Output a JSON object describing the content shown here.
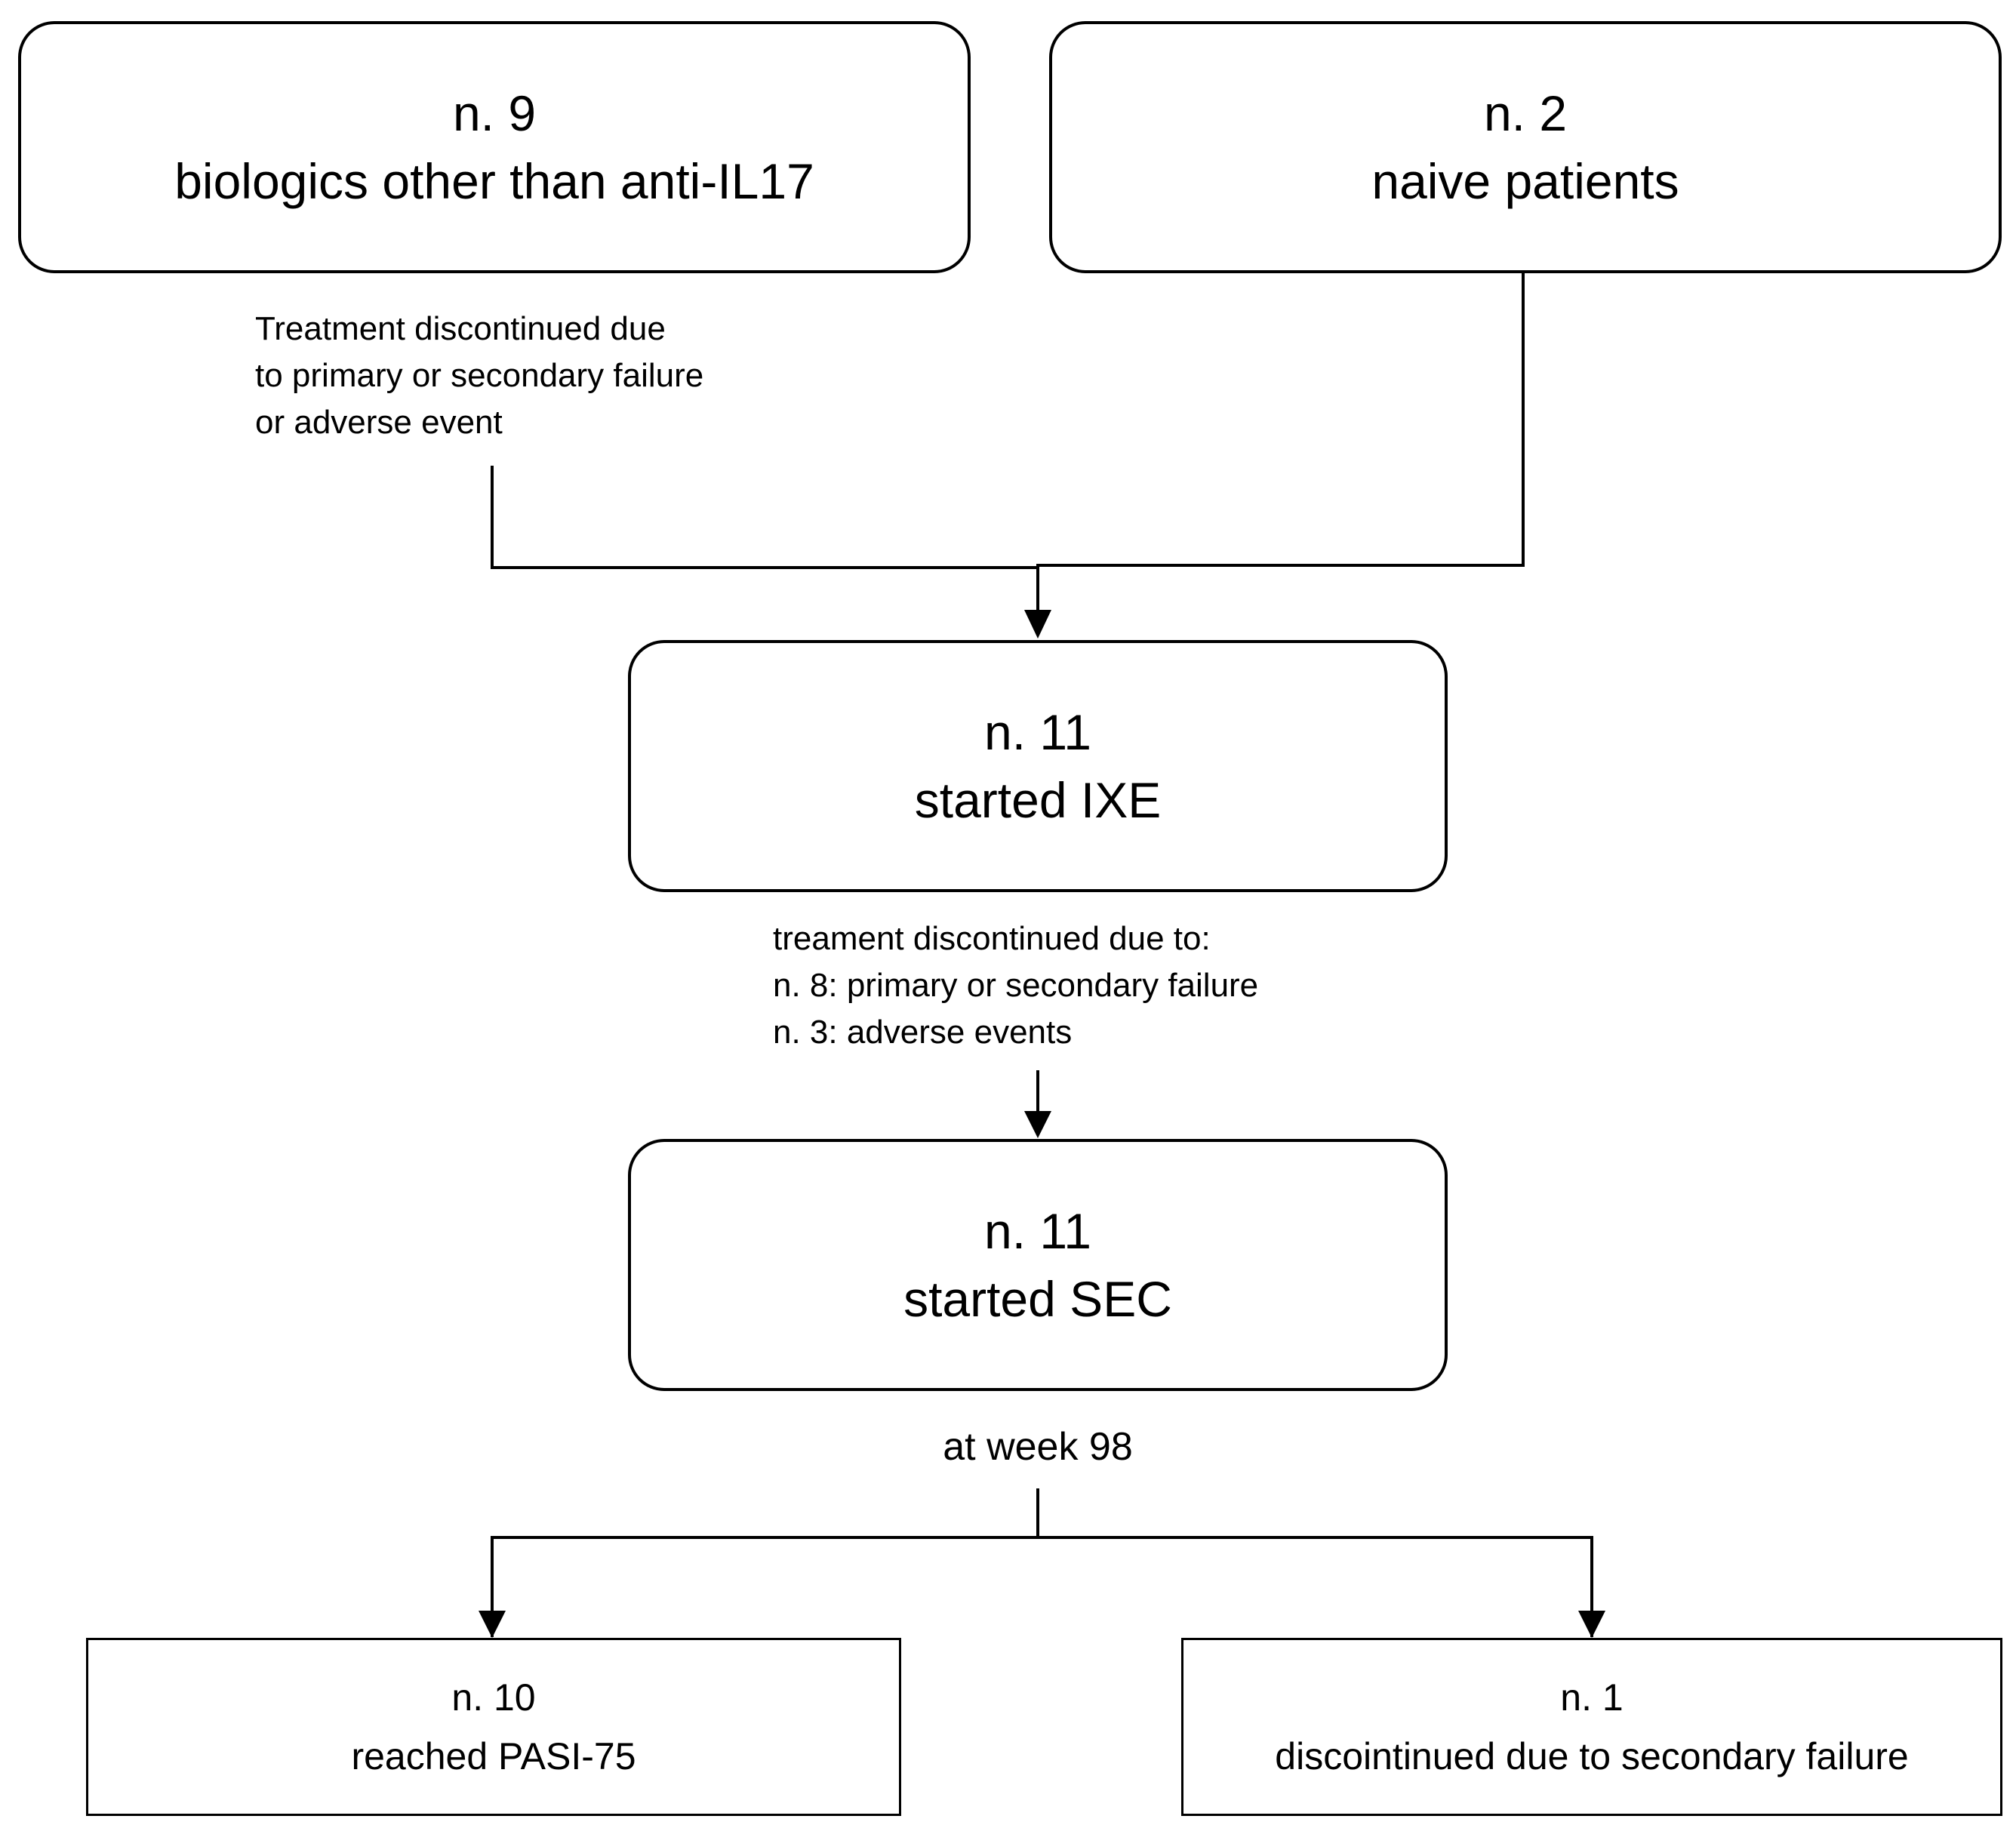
{
  "boxes": {
    "biologics": {
      "count": "n. 9",
      "label": "biologics other than anti-IL17"
    },
    "naive": {
      "count": "n. 2",
      "label": "naive patients"
    },
    "ixe": {
      "count": "n. 11",
      "label": "started IXE"
    },
    "sec": {
      "count": "n. 11",
      "label": "started SEC"
    },
    "pasi": {
      "count": "n. 10",
      "label": "reached PASI-75"
    },
    "failure": {
      "count": "n. 1",
      "label": "discointinued due to secondary failure"
    }
  },
  "notes": {
    "biologics_discontinued": [
      "Treatment discontinued due",
      "to primary or secondary failure",
      "or adverse event"
    ],
    "ixe_discontinued": [
      "treament discontinued due to:",
      "n. 8: primary or secondary failure",
      "n. 3: adverse events"
    ],
    "week": "at week 98"
  }
}
